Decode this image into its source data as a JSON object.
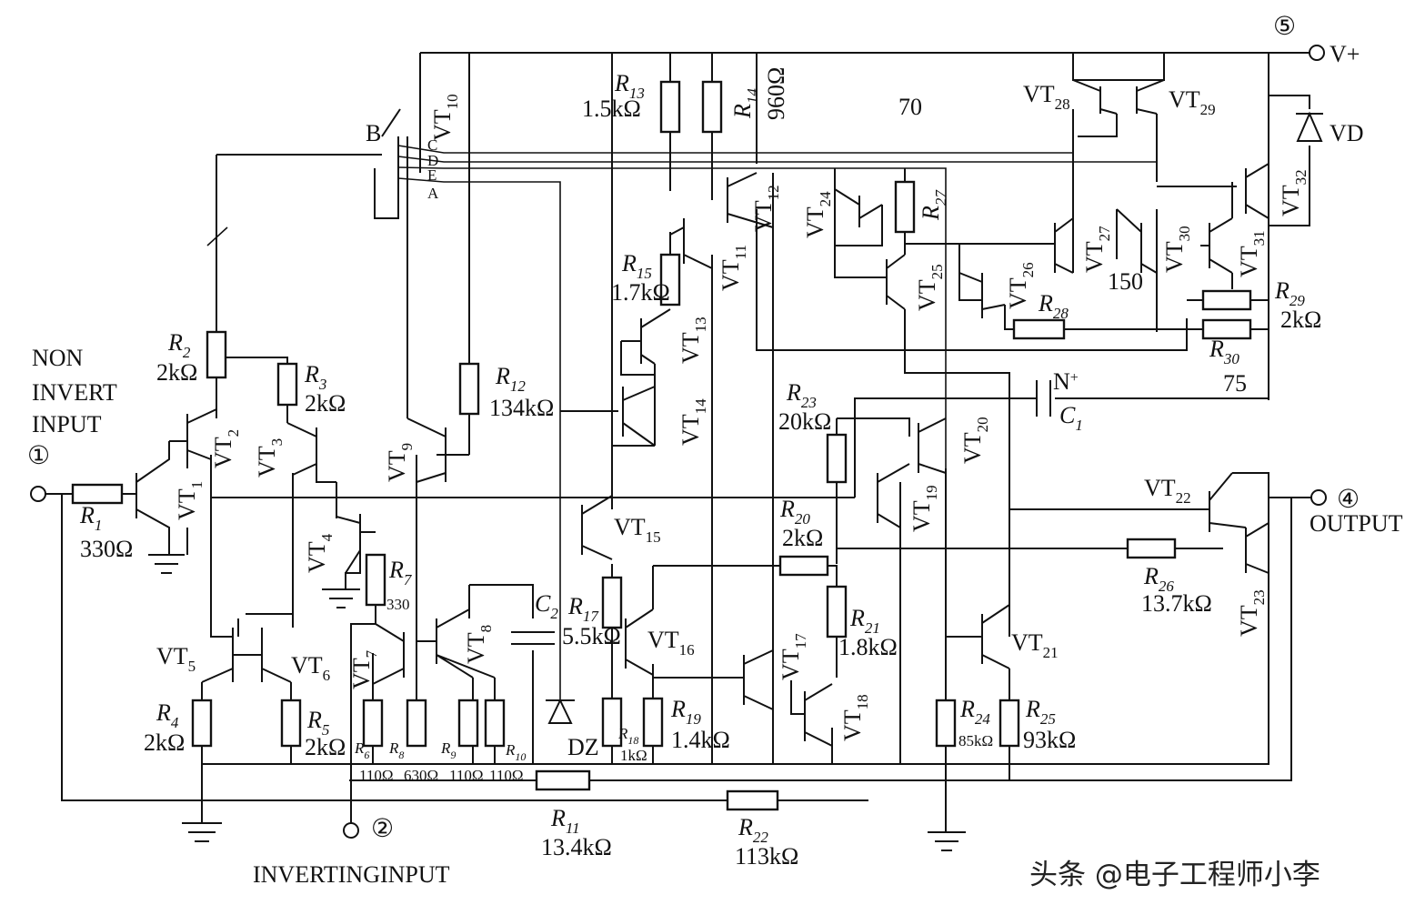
{
  "pins": {
    "p1": "①",
    "p2": "②",
    "p4": "④",
    "p5": "⑤",
    "vplus": "V+",
    "output": "OUTPUT",
    "noninv1": "NON",
    "noninv2": "INVERT",
    "noninv3": "INPUT",
    "inverting": "INVERTINGINPUT"
  },
  "vt10": {
    "base": "B",
    "c": "C",
    "d": "D",
    "e": "E",
    "a": "A"
  },
  "transistors": {
    "vt1": "VT",
    "vt1n": "1",
    "vt2": "VT",
    "vt2n": "2",
    "vt3": "VT",
    "vt3n": "3",
    "vt4": "VT",
    "vt4n": "4",
    "vt5": "VT",
    "vt5n": "5",
    "vt6": "VT",
    "vt6n": "6",
    "vt7": "VT",
    "vt7n": "7",
    "vt8": "VT",
    "vt8n": "8",
    "vt9": "VT",
    "vt9n": "9",
    "vt10": "VT",
    "vt10n": "10",
    "vt11": "VT",
    "vt11n": "11",
    "vt12": "VT",
    "vt12n": "12",
    "vt13": "VT",
    "vt13n": "13",
    "vt14": "VT",
    "vt14n": "14",
    "vt15": "VT",
    "vt15n": "15",
    "vt16": "VT",
    "vt16n": "16",
    "vt17": "VT",
    "vt17n": "17",
    "vt18": "VT",
    "vt18n": "18",
    "vt19": "VT",
    "vt19n": "19",
    "vt20": "VT",
    "vt20n": "20",
    "vt21": "VT",
    "vt21n": "21",
    "vt22": "VT",
    "vt22n": "22",
    "vt23": "VT",
    "vt23n": "23",
    "vt24": "VT",
    "vt24n": "24",
    "vt25": "VT",
    "vt25n": "25",
    "vt26": "VT",
    "vt26n": "26",
    "vt27": "VT",
    "vt27n": "27",
    "vt28": "VT",
    "vt28n": "28",
    "vt29": "VT",
    "vt29n": "29",
    "vt30": "VT",
    "vt30n": "30",
    "vt31": "VT",
    "vt31n": "31",
    "vt32": "VT",
    "vt32n": "32"
  },
  "resistors": {
    "r1": "R",
    "r1n": "1",
    "r1v": "330Ω",
    "r2": "R",
    "r2n": "2",
    "r2v": "2kΩ",
    "r3": "R",
    "r3n": "3",
    "r3v": "2kΩ",
    "r4": "R",
    "r4n": "4",
    "r4v": "2kΩ",
    "r5": "R",
    "r5n": "5",
    "r5v": "2kΩ",
    "r6": "R",
    "r6n": "6",
    "r6v": "110Ω",
    "r7": "R",
    "r7n": "7",
    "r7v": "330",
    "r8": "R",
    "r8n": "8",
    "r8v": "630Ω",
    "r9": "R",
    "r9n": "9",
    "r9v": "110Ω",
    "r10": "R",
    "r10n": "10",
    "r10v": "110Ω",
    "r11": "R",
    "r11n": "11",
    "r11v": "13.4kΩ",
    "r12": "R",
    "r12n": "12",
    "r12v": "134kΩ",
    "r13": "R",
    "r13n": "13",
    "r13v": "1.5kΩ",
    "r14": "R",
    "r14n": "14",
    "r14v": "960Ω",
    "r15": "R",
    "r15n": "15",
    "r15v": "1.7kΩ",
    "r17": "R",
    "r17n": "17",
    "r17v": "5.5kΩ",
    "r18": "R",
    "r18n": "18",
    "r18v": "1kΩ",
    "r19": "R",
    "r19n": "19",
    "r19v": "1.4kΩ",
    "r20": "R",
    "r20n": "20",
    "r20v": "2kΩ",
    "r21": "R",
    "r21n": "21",
    "r21v": "1.8kΩ",
    "r22": "R",
    "r22n": "22",
    "r22v": "113kΩ",
    "r23": "R",
    "r23n": "23",
    "r23v": "20kΩ",
    "r24": "R",
    "r24n": "24",
    "r24v": "85kΩ",
    "r25": "R",
    "r25n": "25",
    "r25v": "93kΩ",
    "r26": "R",
    "r26n": "26",
    "r26v": "13.7kΩ",
    "r27": "R",
    "r27n": "27",
    "r28": "R",
    "r28n": "28",
    "r29": "R",
    "r29n": "29",
    "r29v": "2kΩ",
    "r30": "R",
    "r30n": "30",
    "r30v": "75"
  },
  "others": {
    "c1": "C",
    "c1n": "1",
    "c1pol": "N",
    "c2": "C",
    "c2n": "2",
    "dz": "DZ",
    "vd": "VD",
    "n70": "70",
    "n150": "150"
  },
  "watermark": "头条 @电子工程师小李"
}
